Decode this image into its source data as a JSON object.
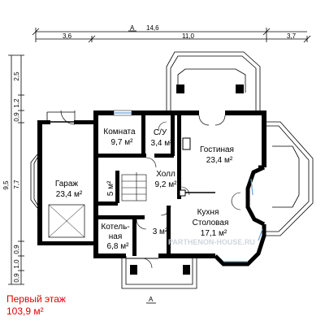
{
  "floor": {
    "title": "Первый этаж",
    "total_area": "103,9 м²"
  },
  "rooms": {
    "garage": {
      "name": "Гараж",
      "area": "23,4 м²"
    },
    "room": {
      "name": "Комната",
      "area": "9,7 м²"
    },
    "wc": {
      "name": "С/У",
      "area": "3,4 м²"
    },
    "living": {
      "name": "Гостиная",
      "area": "23,4 м²"
    },
    "hall": {
      "name": "Холл",
      "area": "9,2 м²"
    },
    "stair": {
      "area": "5 м²"
    },
    "boiler": {
      "name1": "Котель-",
      "name2": "ная",
      "area": "6,8 м²"
    },
    "small": {
      "area": "3 м²"
    },
    "kitchen": {
      "name1": "Кухня",
      "name2": "Столовая",
      "area": "17,1 м²"
    }
  },
  "dims_top": {
    "total": "14,6",
    "seg1": "3,6",
    "seg2": "11,0",
    "seg3": "3,7",
    "section_label": "A"
  },
  "dims_left": {
    "total": "9,5",
    "d1": "2,5",
    "d2": "1,2",
    "d3": "0,9",
    "d4": "7,7",
    "d5": "0,9",
    "d6": "1,0",
    "d7": "0,9"
  },
  "section_bottom": "A",
  "watermark": "PARTHENON-HOUSE.RU"
}
